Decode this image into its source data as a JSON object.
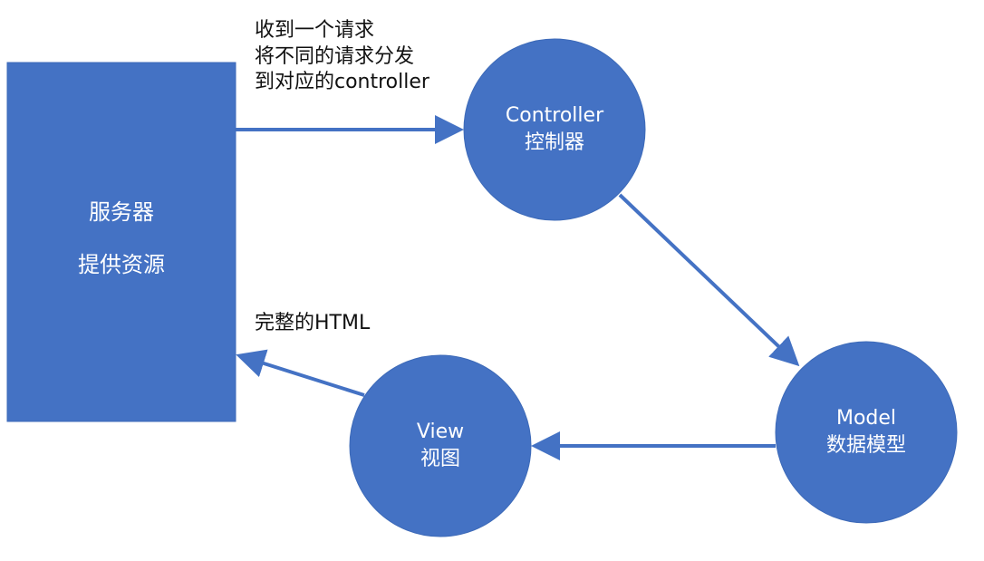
{
  "nodes": {
    "server": {
      "line1": "服务器",
      "line2": "提供资源"
    },
    "controller": {
      "line1": "Controller",
      "line2": "控制器"
    },
    "model": {
      "line1": "Model",
      "line2": "数据模型"
    },
    "view": {
      "line1": "View",
      "line2": "视图"
    }
  },
  "edges": {
    "server_to_controller": {
      "label_lines": [
        "收到一个请求",
        "将不同的请求分发",
        "到对应的controller"
      ]
    },
    "view_to_server": {
      "label": "完整的HTML"
    }
  },
  "colors": {
    "node_fill": "#4472C4",
    "node_stroke": "#3D6AB8",
    "arrow": "#4472C4",
    "node_text": "#FFFFFF",
    "label_text": "#111111"
  }
}
